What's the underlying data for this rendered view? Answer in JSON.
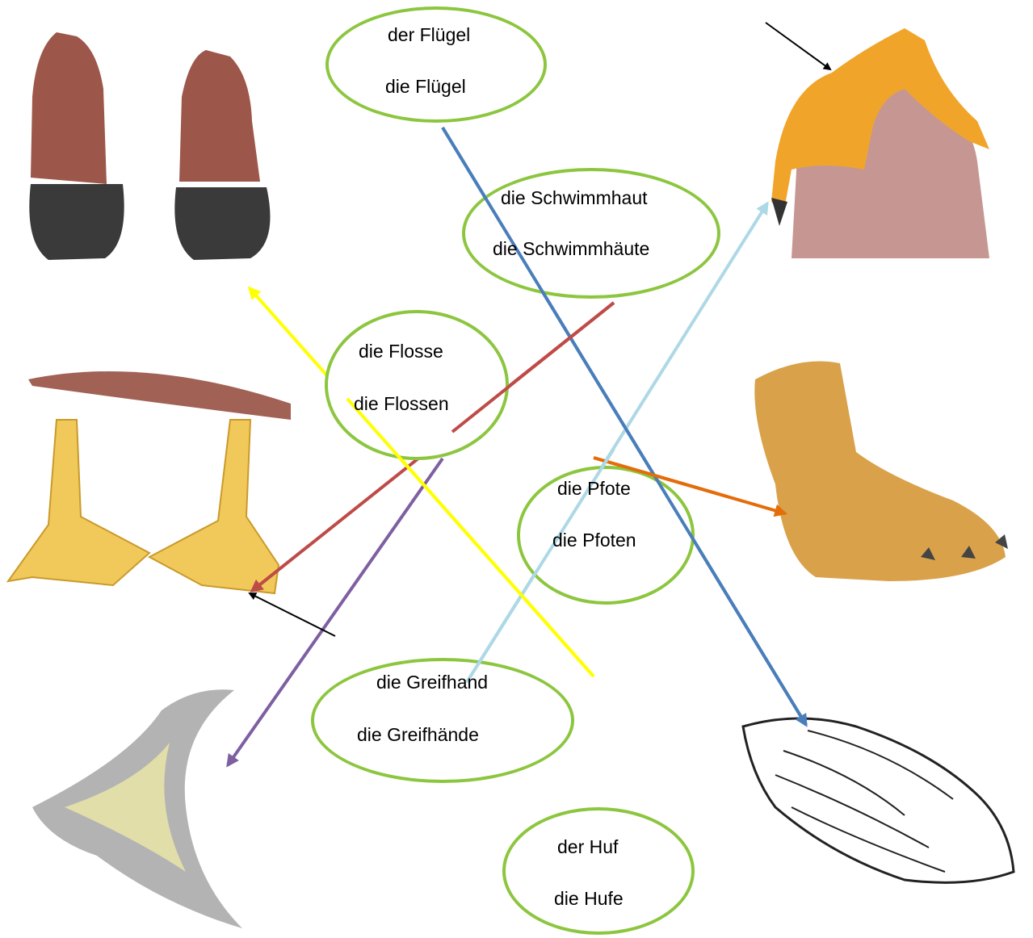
{
  "words": [
    {
      "id": "fluegel",
      "singular": "der Flügel",
      "plural": "die Flügel"
    },
    {
      "id": "schwimmhaut",
      "singular": "die Schwimmhaut",
      "plural": "die Schwimmhäute"
    },
    {
      "id": "flosse",
      "singular": "die Flosse",
      "plural": "die Flossen"
    },
    {
      "id": "pfote",
      "singular": "die Pfote",
      "plural": "die Pfoten"
    },
    {
      "id": "greifhand",
      "singular": "die Greifhand",
      "plural": "die Greifhände"
    },
    {
      "id": "huf",
      "singular": "der Huf",
      "plural": "die Hufe"
    }
  ],
  "pictures": [
    {
      "id": "hooves",
      "icon": "hoof-drawing"
    },
    {
      "id": "duck-feet",
      "icon": "webbed-feet-drawing"
    },
    {
      "id": "fin",
      "icon": "fin-drawing"
    },
    {
      "id": "grasping-hand",
      "icon": "grasping-hand-drawing"
    },
    {
      "id": "paw",
      "icon": "paw-drawing"
    },
    {
      "id": "wing",
      "icon": "wing-drawing"
    }
  ],
  "colors": {
    "oval_border": "#8cc63f",
    "arrow_fluegel": "#4a7ebb",
    "arrow_schwimmhaut": "#be4b48",
    "arrow_flosse": "#7e5fa2",
    "arrow_pfote": "#e46c0a",
    "arrow_greifhand": "#add8e6",
    "arrow_huf": "#ffff00"
  }
}
